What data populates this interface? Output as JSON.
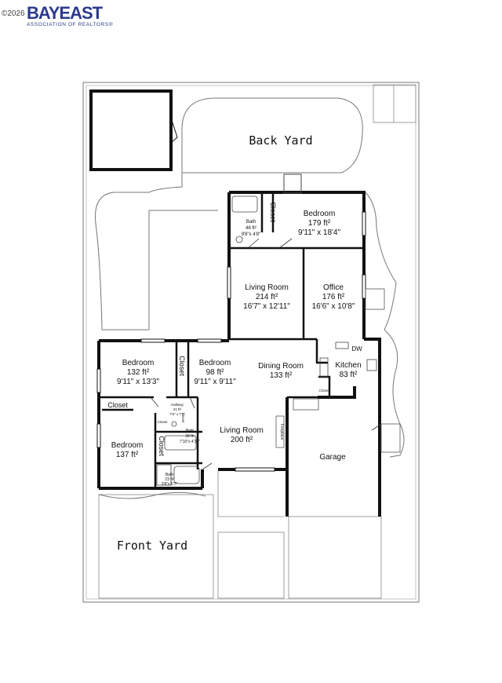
{
  "header": {
    "copyright": "©2026",
    "logo_main": "BAYEAST",
    "logo_sub": "ASSOCIATION OF REALTORS®"
  },
  "yards": {
    "back": "Back Yard",
    "front": "Front Yard"
  },
  "rooms": {
    "bath_top": {
      "name": "Bath",
      "area": "46 ft²",
      "dims": "9'8\"x 4'8\""
    },
    "closet_top": {
      "name": "Closet"
    },
    "bedroom_top": {
      "name": "Bedroom",
      "area": "179 ft²",
      "dims": "9'11\" x 18'4\""
    },
    "living_top": {
      "name": "Living Room",
      "area": "214 ft²",
      "dims": "16'7\" x 12'11\""
    },
    "office": {
      "name": "Office",
      "area": "176 ft²",
      "dims": "16'6\" x 10'8\""
    },
    "bedroom_left": {
      "name": "Bedroom",
      "area": "132 ft²",
      "dims": "9'11\" x 13'3\""
    },
    "closet_mid": {
      "name": "Closet"
    },
    "bedroom_mid": {
      "name": "Bedroom",
      "area": "98 ft²",
      "dims": "9'11\" x 9'11\""
    },
    "dining": {
      "name": "Dining Room",
      "area": "133 ft²"
    },
    "kitchen": {
      "name": "Kitchen",
      "area": "83 ft²"
    },
    "dw": {
      "name": "DW"
    },
    "closet_kitchen": {
      "name": "Closet"
    },
    "closet_left": {
      "name": "Closet"
    },
    "hallway": {
      "name": "Hallway",
      "area": "21 ft²",
      "dims": "7'6\" x 7'1\""
    },
    "closet_small": {
      "name": "Closet"
    },
    "closet_small2": {
      "name": "Closet"
    },
    "bath_mid": {
      "name": "Bath",
      "area": "38 ft²",
      "dims": "7'10\"x 4'10\""
    },
    "closet_vert": {
      "name": "Closet"
    },
    "bedroom_bottom": {
      "name": "Bedroom",
      "area": "137 ft²"
    },
    "bath_bottom": {
      "name": "Bath",
      "area": "23 ft²",
      "dims": "3'8\"x 6'7\""
    },
    "living_bottom": {
      "name": "Living Room",
      "area": "200 ft²"
    },
    "fireplace": {
      "name": "Fireplace"
    },
    "garage": {
      "name": "Garage"
    }
  }
}
